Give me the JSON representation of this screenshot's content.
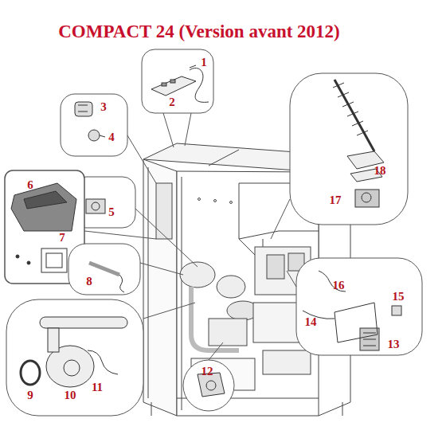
{
  "diagram": {
    "title": "COMPACT 24 (Version avant 2012)",
    "labels": [
      "1",
      "2",
      "3",
      "4",
      "5",
      "6",
      "7",
      "8",
      "9",
      "10",
      "11",
      "12",
      "13",
      "14",
      "15",
      "16",
      "17",
      "18"
    ]
  }
}
